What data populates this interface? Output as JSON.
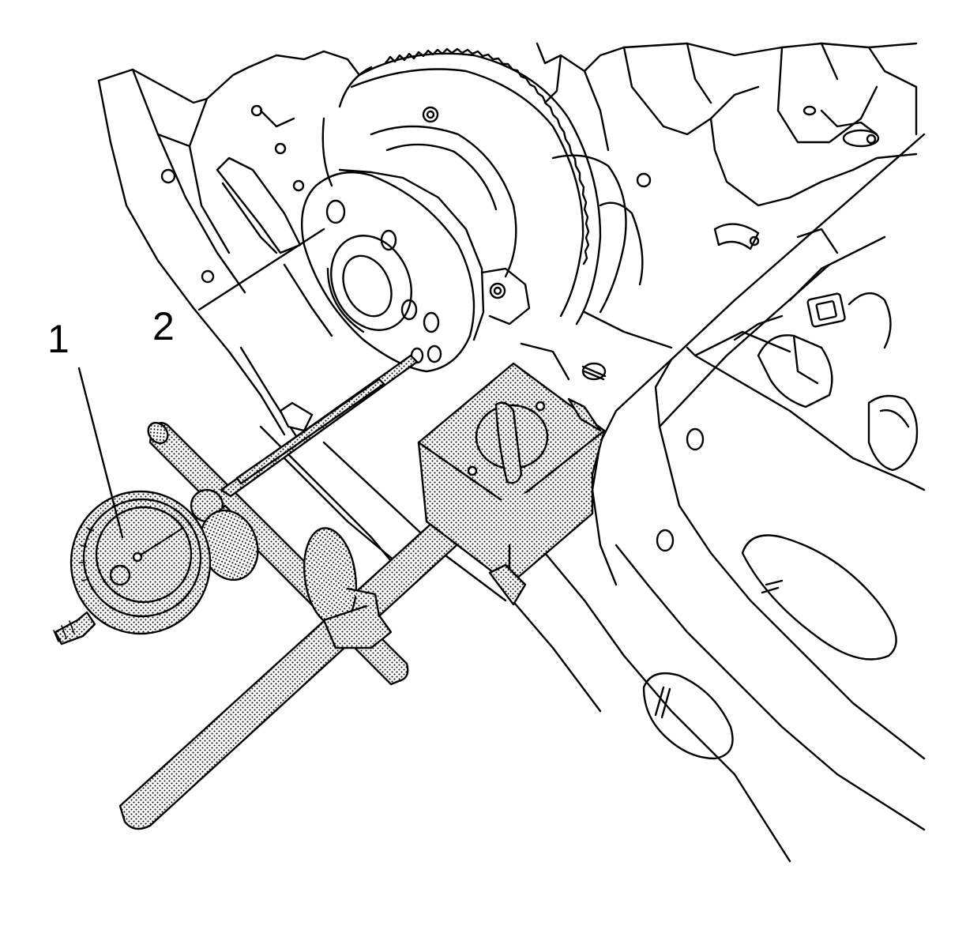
{
  "callouts": [
    {
      "id": "1",
      "label": "1",
      "target": "dial-indicator"
    },
    {
      "id": "2",
      "label": "2",
      "target": "flywheel-hub"
    }
  ],
  "colors": {
    "line": "#000000",
    "background": "#ffffff",
    "stipple": "#000000"
  },
  "icons": {
    "dial-indicator": "dial-indicator-icon",
    "magnetic-base": "magnetic-base-icon",
    "flywheel": "flywheel-icon"
  }
}
